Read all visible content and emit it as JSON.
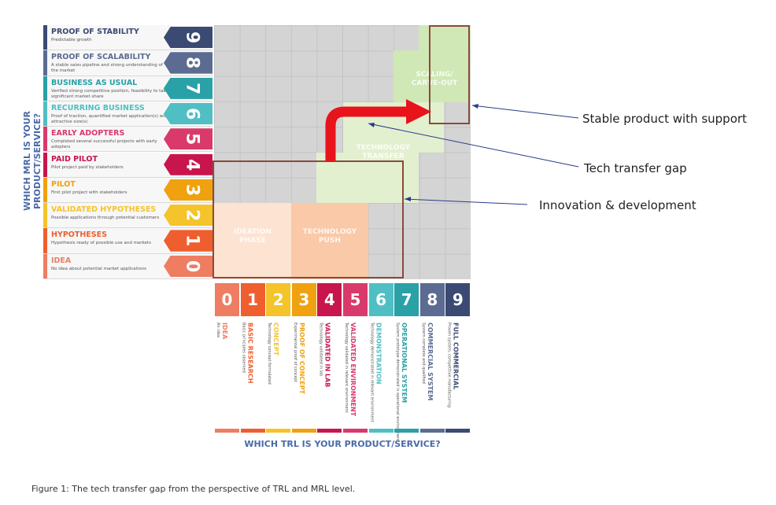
{
  "mrl_axis_label": "WHICH MRL IS YOUR PRODUCT/SERVICE?",
  "trl_axis_label": "WHICH TRL IS YOUR PRODUCT/SERVICE?",
  "mrl_levels": [
    {
      "num": "9",
      "title": "PROOF OF STABILITY",
      "desc": "Predictable growth",
      "color": "#3a4a72"
    },
    {
      "num": "8",
      "title": "PROOF OF SCALABILITY",
      "desc": "A stable sales pipeline and strong understanding of the market",
      "color": "#5b6b92"
    },
    {
      "num": "7",
      "title": "BUSINESS AS USUAL",
      "desc": "Verified strong competitive position, feasibility to take significant market share",
      "color": "#2aa0a7"
    },
    {
      "num": "6",
      "title": "RECURRING BUSINESS",
      "desc": "Proof of traction, quantified market application(s) with attractive size(s)",
      "color": "#4fbfc4"
    },
    {
      "num": "5",
      "title": "EARLY ADOPTERS",
      "desc": "Completed several successful projects with early adopters",
      "color": "#d93a6b"
    },
    {
      "num": "4",
      "title": "PAID PILOT",
      "desc": "Pilot project paid by stakeholders",
      "color": "#c8154d"
    },
    {
      "num": "3",
      "title": "PILOT",
      "desc": "First pilot project with stakeholders",
      "color": "#f0a10f"
    },
    {
      "num": "2",
      "title": "VALIDATED HYPOTHESES",
      "desc": "Possible applications through potential customers",
      "color": "#f5c32a"
    },
    {
      "num": "1",
      "title": "HYPOTHESES",
      "desc": "Hypothesis ready of possible use and markets",
      "color": "#ef5e2f"
    },
    {
      "num": "0",
      "title": "IDEA",
      "desc": "No idea about potential market applications",
      "color": "#ee7d62"
    }
  ],
  "trl_levels": [
    {
      "num": "0",
      "title": "IDEA",
      "desc": "An idea",
      "color": "#ee7d62"
    },
    {
      "num": "1",
      "title": "BASIC RESEARCH",
      "desc": "Basic principles observed",
      "color": "#ef5e2f"
    },
    {
      "num": "2",
      "title": "CONCEPT",
      "desc": "Technology concept formulated",
      "color": "#f5c32a"
    },
    {
      "num": "3",
      "title": "PROOF OF CONCEPT",
      "desc": "Experimental proof of concept",
      "color": "#f0a10f"
    },
    {
      "num": "4",
      "title": "VALIDATED IN LAB",
      "desc": "Technology validated in lab",
      "color": "#c8154d"
    },
    {
      "num": "5",
      "title": "VALIDATED ENVIRONMENT",
      "desc": "Technology validated in relevant environment",
      "color": "#d93a6b"
    },
    {
      "num": "6",
      "title": "DEMONSTRATION",
      "desc": "Technology demonstrated in relevant environment",
      "color": "#4fbfc4"
    },
    {
      "num": "7",
      "title": "OPERATIONAL SYSTEM",
      "desc": "System prototype demonstrated in operational environment",
      "color": "#2aa0a7"
    },
    {
      "num": "8",
      "title": "COMMERCIAL SYSTEM",
      "desc": "System complete and qualified",
      "color": "#5b6b92"
    },
    {
      "num": "9",
      "title": "FULL COMMERCIAL",
      "desc": "Proven system, competitive manufacturing",
      "color": "#3a4a72"
    }
  ],
  "zones": {
    "ideation": "IDEATION PHASE",
    "tech_push": "TECHNOLOGY PUSH",
    "tech_transfer": "TECHNOLOGY TRANSFER",
    "scaling": "SCALING/ CARVE-OUT"
  },
  "annotations": {
    "stable": "Stable product with support",
    "gap": "Tech transfer gap",
    "innovation": "Innovation & development"
  },
  "caption": "Figure 1: The tech transfer gap from the perspective of TRL and MRL level.",
  "colors": {
    "grid_bg": "#d4d4d4",
    "highlight_box": "#8a4a3a",
    "arrow": "#e8131b",
    "zone_ideation": "#fde3d2",
    "zone_push": "#f9c9a8",
    "zone_transfer": "#e3f0cf",
    "zone_scaling": "#cfe8b5"
  }
}
